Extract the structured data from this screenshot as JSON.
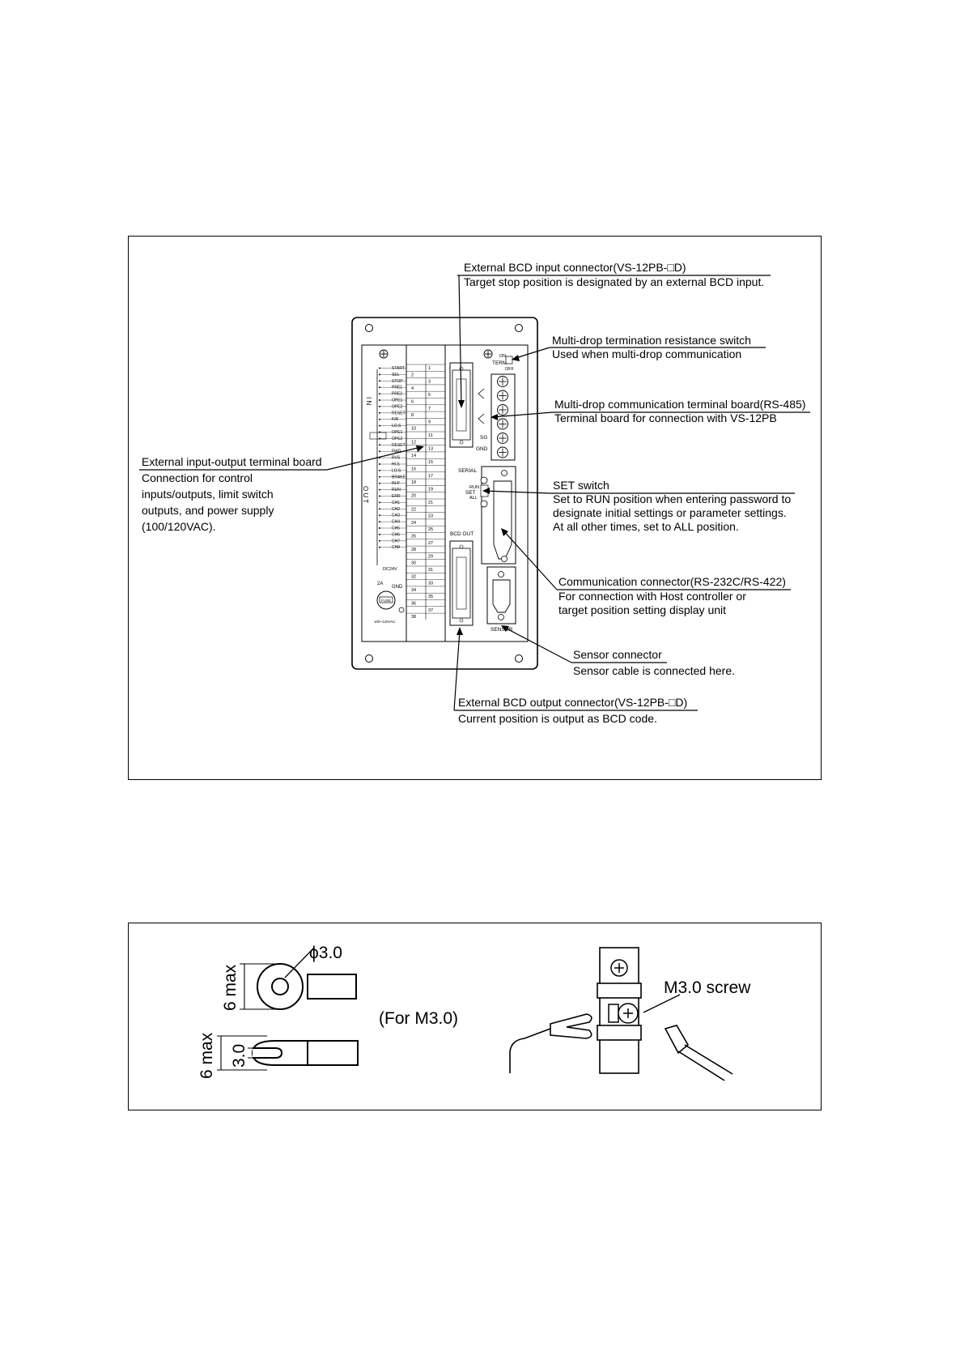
{
  "figure1": {
    "callouts": {
      "bcd_in": {
        "title": "External BCD input connector(VS-12PB-□D)",
        "desc": [
          "Target stop position is designated by an external BCD input."
        ]
      },
      "term_switch": {
        "title": "Multi-drop termination resistance switch",
        "desc": [
          "Used when multi-drop communication"
        ]
      },
      "rs485": {
        "title": "Multi-drop communication terminal board(RS-485)",
        "desc": [
          "Terminal board for connection with VS-12PB"
        ]
      },
      "io_board": {
        "title": "External input-output terminal board",
        "desc": [
          "Connection for control",
          "inputs/outputs, limit switch",
          "outputs, and power supply",
          "(100/120VAC)."
        ]
      },
      "set_switch": {
        "title": "SET switch",
        "desc": [
          "Set to RUN position when entering password to",
          "designate initial settings or parameter settings.",
          "At all other times, set to ALL position."
        ]
      },
      "comm": {
        "title": "Communication connector(RS-232C/RS-422)",
        "desc": [
          "For connection with Host controller or",
          "target position setting display unit"
        ]
      },
      "sensor": {
        "title": "Sensor connector",
        "desc": [
          "Sensor cable is connected here."
        ]
      },
      "bcd_out": {
        "title": "External BCD output connector(VS-12PB-□D)",
        "desc": [
          "Current position is output as BCD code."
        ]
      }
    },
    "panel": {
      "in_label": "I N",
      "out_label": "O U T",
      "signals": [
        "START",
        "SEL",
        "STOP",
        "PRE1",
        "PRE2",
        "OPE1",
        "OPE2",
        "RESET",
        "F/R",
        "LO.S",
        "OPE1",
        "OPE2",
        "RESET",
        "FWD",
        "RVS",
        "HI.S",
        "LO.S",
        "BRAKE",
        "IN.P",
        "RUN",
        "ERR",
        "CH1",
        "CH2",
        "CH3",
        "CH4",
        "CH5",
        "CH6",
        "CH7",
        "CH8",
        "",
        "",
        "",
        "",
        "",
        "",
        "",
        ""
      ],
      "terminals": [
        "1",
        "2",
        "3",
        "4",
        "5",
        "6",
        "7",
        "8",
        "9",
        "10",
        "11",
        "12",
        "13",
        "14",
        "15",
        "16",
        "17",
        "18",
        "19",
        "20",
        "21",
        "22",
        "23",
        "24",
        "25",
        "26",
        "27",
        "28",
        "29",
        "30",
        "31",
        "32",
        "33",
        "34",
        "35",
        "36",
        "37",
        "38"
      ],
      "dc24v": "DC24V",
      "fuse_rating": "2A",
      "fuse": "FUSE",
      "gnd": "GND",
      "ac_range": "100~120VAC",
      "term": "TERM",
      "on": "ON",
      "off": "OFF",
      "sg": "SG",
      "gnd2": "GND",
      "serial": "SERIAL",
      "set": "SET",
      "run": "RUN",
      "all": "ALL",
      "bcd_out": "BCD OUT",
      "sensor": "SENSOR"
    }
  },
  "figure2": {
    "phi_label": "ϕ3.0",
    "ring_max": "6 max",
    "fork_max": "6 max",
    "fork_gap": "3.0",
    "for_label": "(For M3.0)",
    "screw_label": "M3.0 screw"
  }
}
